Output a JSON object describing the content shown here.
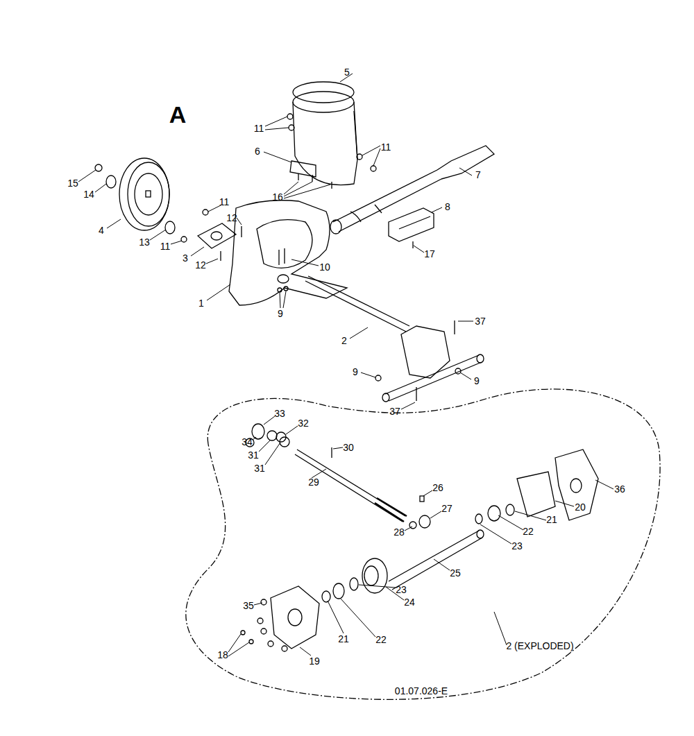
{
  "diagram": {
    "labels": [
      "A",
      "5",
      "11",
      "11",
      "6",
      "7",
      "16",
      "15",
      "14",
      "11",
      "12",
      "8",
      "4",
      "13",
      "11",
      "3",
      "12",
      "17",
      "10",
      "1",
      "9",
      "37",
      "2",
      "9",
      "9",
      "37",
      "33",
      "32",
      "34",
      "31",
      "30",
      "31",
      "29",
      "26",
      "36",
      "20",
      "27",
      "21",
      "22",
      "28",
      "23",
      "25",
      "23",
      "24",
      "35",
      "21",
      "22",
      "18",
      "19",
      "2 (EXPLODED)",
      "01.07.026-E"
    ]
  }
}
